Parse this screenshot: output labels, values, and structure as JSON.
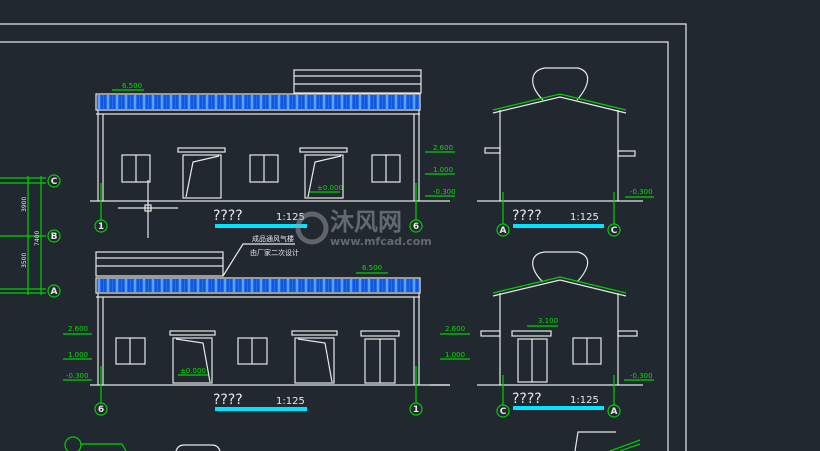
{
  "colors": {
    "background": "#212830",
    "lines": "#e8e8e8",
    "dimension": "#00d000",
    "title_bar": "#00e5ff",
    "roof": "#1e6fff"
  },
  "elevation_front": {
    "title": "????",
    "scale": "1:125",
    "axes": [
      "1",
      "6"
    ],
    "levels": {
      "roof": "6.500",
      "l1": "2.600",
      "l2": "1.000",
      "ground": "-0.300",
      "floor": "±0.000"
    }
  },
  "elevation_back": {
    "title": "????",
    "scale": "1:125",
    "axes": [
      "6",
      "1"
    ],
    "levels": {
      "roof": "6.500",
      "l1": "2.600",
      "l2": "1.000",
      "ground": "-0.300",
      "floor": "±0.000"
    },
    "note_line1": "成品通风气楼",
    "note_line2": "由厂家二次设计"
  },
  "side_right": {
    "title": "????",
    "scale": "1:125",
    "axes": [
      "A",
      "C"
    ],
    "levels": {
      "ground": "-0.300"
    }
  },
  "side_left": {
    "title": "????",
    "scale": "1:125",
    "axes": [
      "C",
      "A"
    ],
    "levels": {
      "l1": "2.600",
      "l2": "1.000",
      "canopy": "3.100",
      "ground": "-0.300"
    }
  },
  "grid_axes": {
    "labels": [
      "C",
      "B",
      "A"
    ],
    "dims": [
      "3900",
      "3500",
      "7400"
    ]
  },
  "watermark": {
    "brand": "沐风网",
    "url": "www.mfcad.com"
  }
}
